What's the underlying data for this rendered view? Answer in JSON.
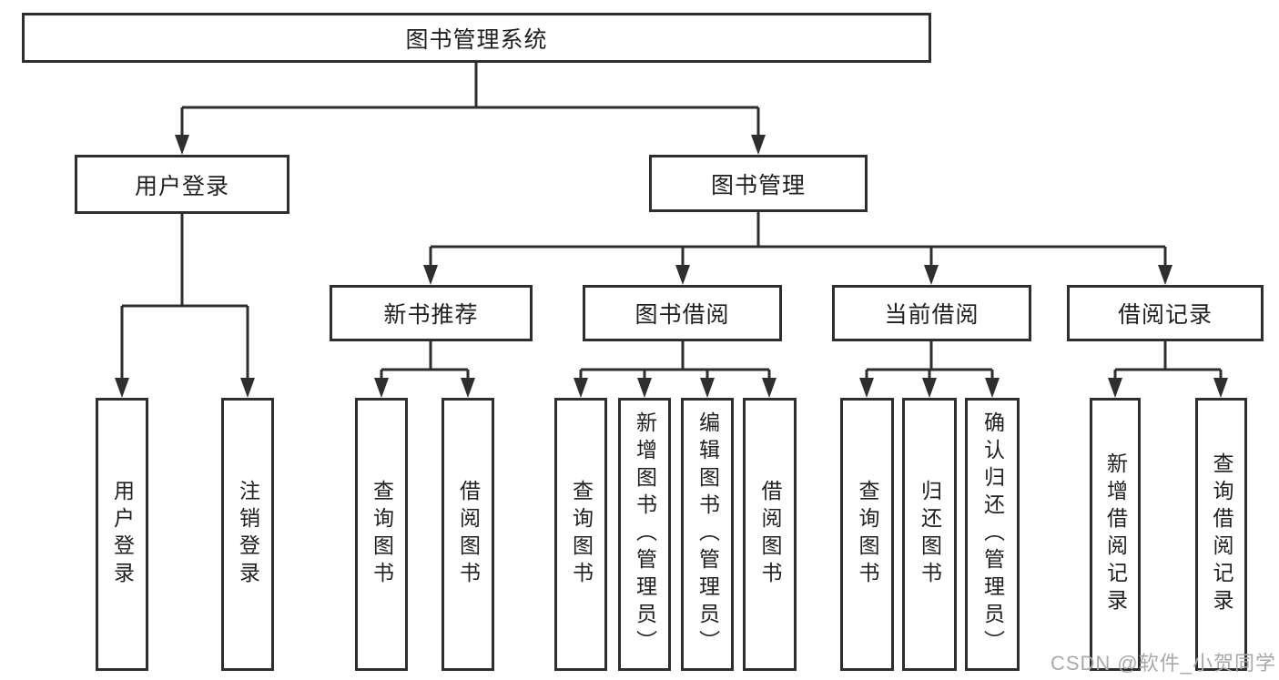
{
  "colors": {
    "line": "#2e2e2e",
    "box_border": "#2e2e2e",
    "box_fill": "#ffffff",
    "text": "#1f1f1f",
    "watermark": "#a9a9a9"
  },
  "diagram": {
    "root": "图书管理系统",
    "level2": {
      "user_login": "用户登录",
      "book_mgmt": "图书管理"
    },
    "level3": {
      "new_books": "新书推荐",
      "book_borrow": "图书借阅",
      "current_borrow": "当前借阅",
      "borrow_records": "借阅记录"
    },
    "leaves": {
      "user_login": [
        "用户登录",
        "注销登录"
      ],
      "new_books": [
        "查询图书",
        "借阅图书"
      ],
      "book_borrow": [
        "查询图书",
        "新增图书（管理员）",
        "编辑图书（管理员）",
        "借阅图书"
      ],
      "current_borrow": [
        "查询图书",
        "归还图书",
        "确认归还（管理员）"
      ],
      "borrow_records": [
        "新增借阅记录",
        "查询借阅记录"
      ]
    }
  },
  "watermark": "CSDN @软件_小贺同学"
}
